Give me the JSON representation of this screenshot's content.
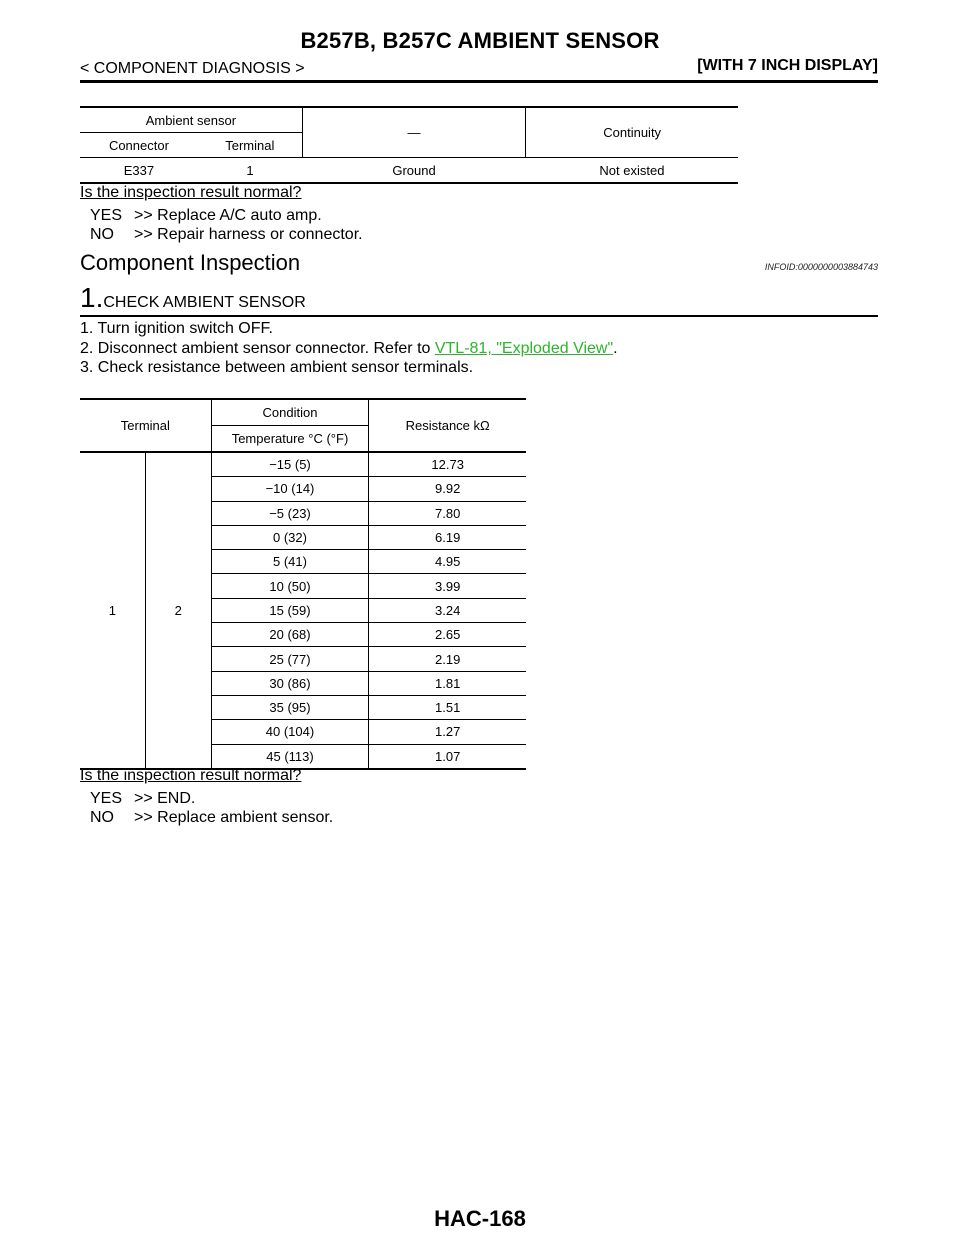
{
  "header": {
    "title": "B257B, B257C AMBIENT SENSOR",
    "breadcrumb": "< COMPONENT DIAGNOSIS >",
    "display_tag": "[WITH 7 INCH DISPLAY]"
  },
  "continuity_table": {
    "group_header": "Ambient sensor",
    "col_connector": "Connector",
    "col_terminal": "Terminal",
    "col_dash": "—",
    "col_continuity": "Continuity",
    "row": {
      "connector": "E337",
      "terminal": "1",
      "dash": "Ground",
      "continuity": "Not existed"
    }
  },
  "inspection1": {
    "question": "Is the inspection result normal?",
    "yes_key": "YES",
    "yes_text": ">> Replace A/C auto amp.",
    "no_key": "NO",
    "no_text": ">> Repair harness or connector."
  },
  "component_inspection": {
    "title": "Component Inspection",
    "infoid": "INFOID:0000000003884743",
    "step_number": "1.",
    "step_title": "CHECK AMBIENT SENSOR",
    "instructions": [
      {
        "text": "1. Turn ignition switch OFF."
      },
      {
        "text": "2. Disconnect ambient sensor connector. Refer to ",
        "link": "VTL-81, \"Exploded View\"",
        "suffix": "."
      },
      {
        "text": "3. Check resistance between ambient sensor terminals."
      }
    ]
  },
  "resistance_table": {
    "col_terminal": "Terminal",
    "col_condition": "Condition",
    "col_temperature": "Temperature °C (°F)",
    "col_resistance": "Resistance kΩ",
    "terminal_a": "1",
    "terminal_b": "2",
    "rows": [
      {
        "temp": "−15 (5)",
        "resistance": "12.73"
      },
      {
        "temp": "−10 (14)",
        "resistance": "9.92"
      },
      {
        "temp": "−5 (23)",
        "resistance": "7.80"
      },
      {
        "temp": "0 (32)",
        "resistance": "6.19"
      },
      {
        "temp": "5 (41)",
        "resistance": "4.95"
      },
      {
        "temp": "10 (50)",
        "resistance": "3.99"
      },
      {
        "temp": "15 (59)",
        "resistance": "3.24"
      },
      {
        "temp": "20 (68)",
        "resistance": "2.65"
      },
      {
        "temp": "25 (77)",
        "resistance": "2.19"
      },
      {
        "temp": "30 (86)",
        "resistance": "1.81"
      },
      {
        "temp": "35 (95)",
        "resistance": "1.51"
      },
      {
        "temp": "40 (104)",
        "resistance": "1.27"
      },
      {
        "temp": "45 (113)",
        "resistance": "1.07"
      }
    ]
  },
  "inspection2": {
    "question": "Is the inspection result normal?",
    "yes_key": "YES",
    "yes_text": ">> END.",
    "no_key": "NO",
    "no_text": ">> Replace ambient sensor."
  },
  "footer": {
    "page_number": "HAC-168"
  },
  "colors": {
    "link": "#2db32d"
  }
}
